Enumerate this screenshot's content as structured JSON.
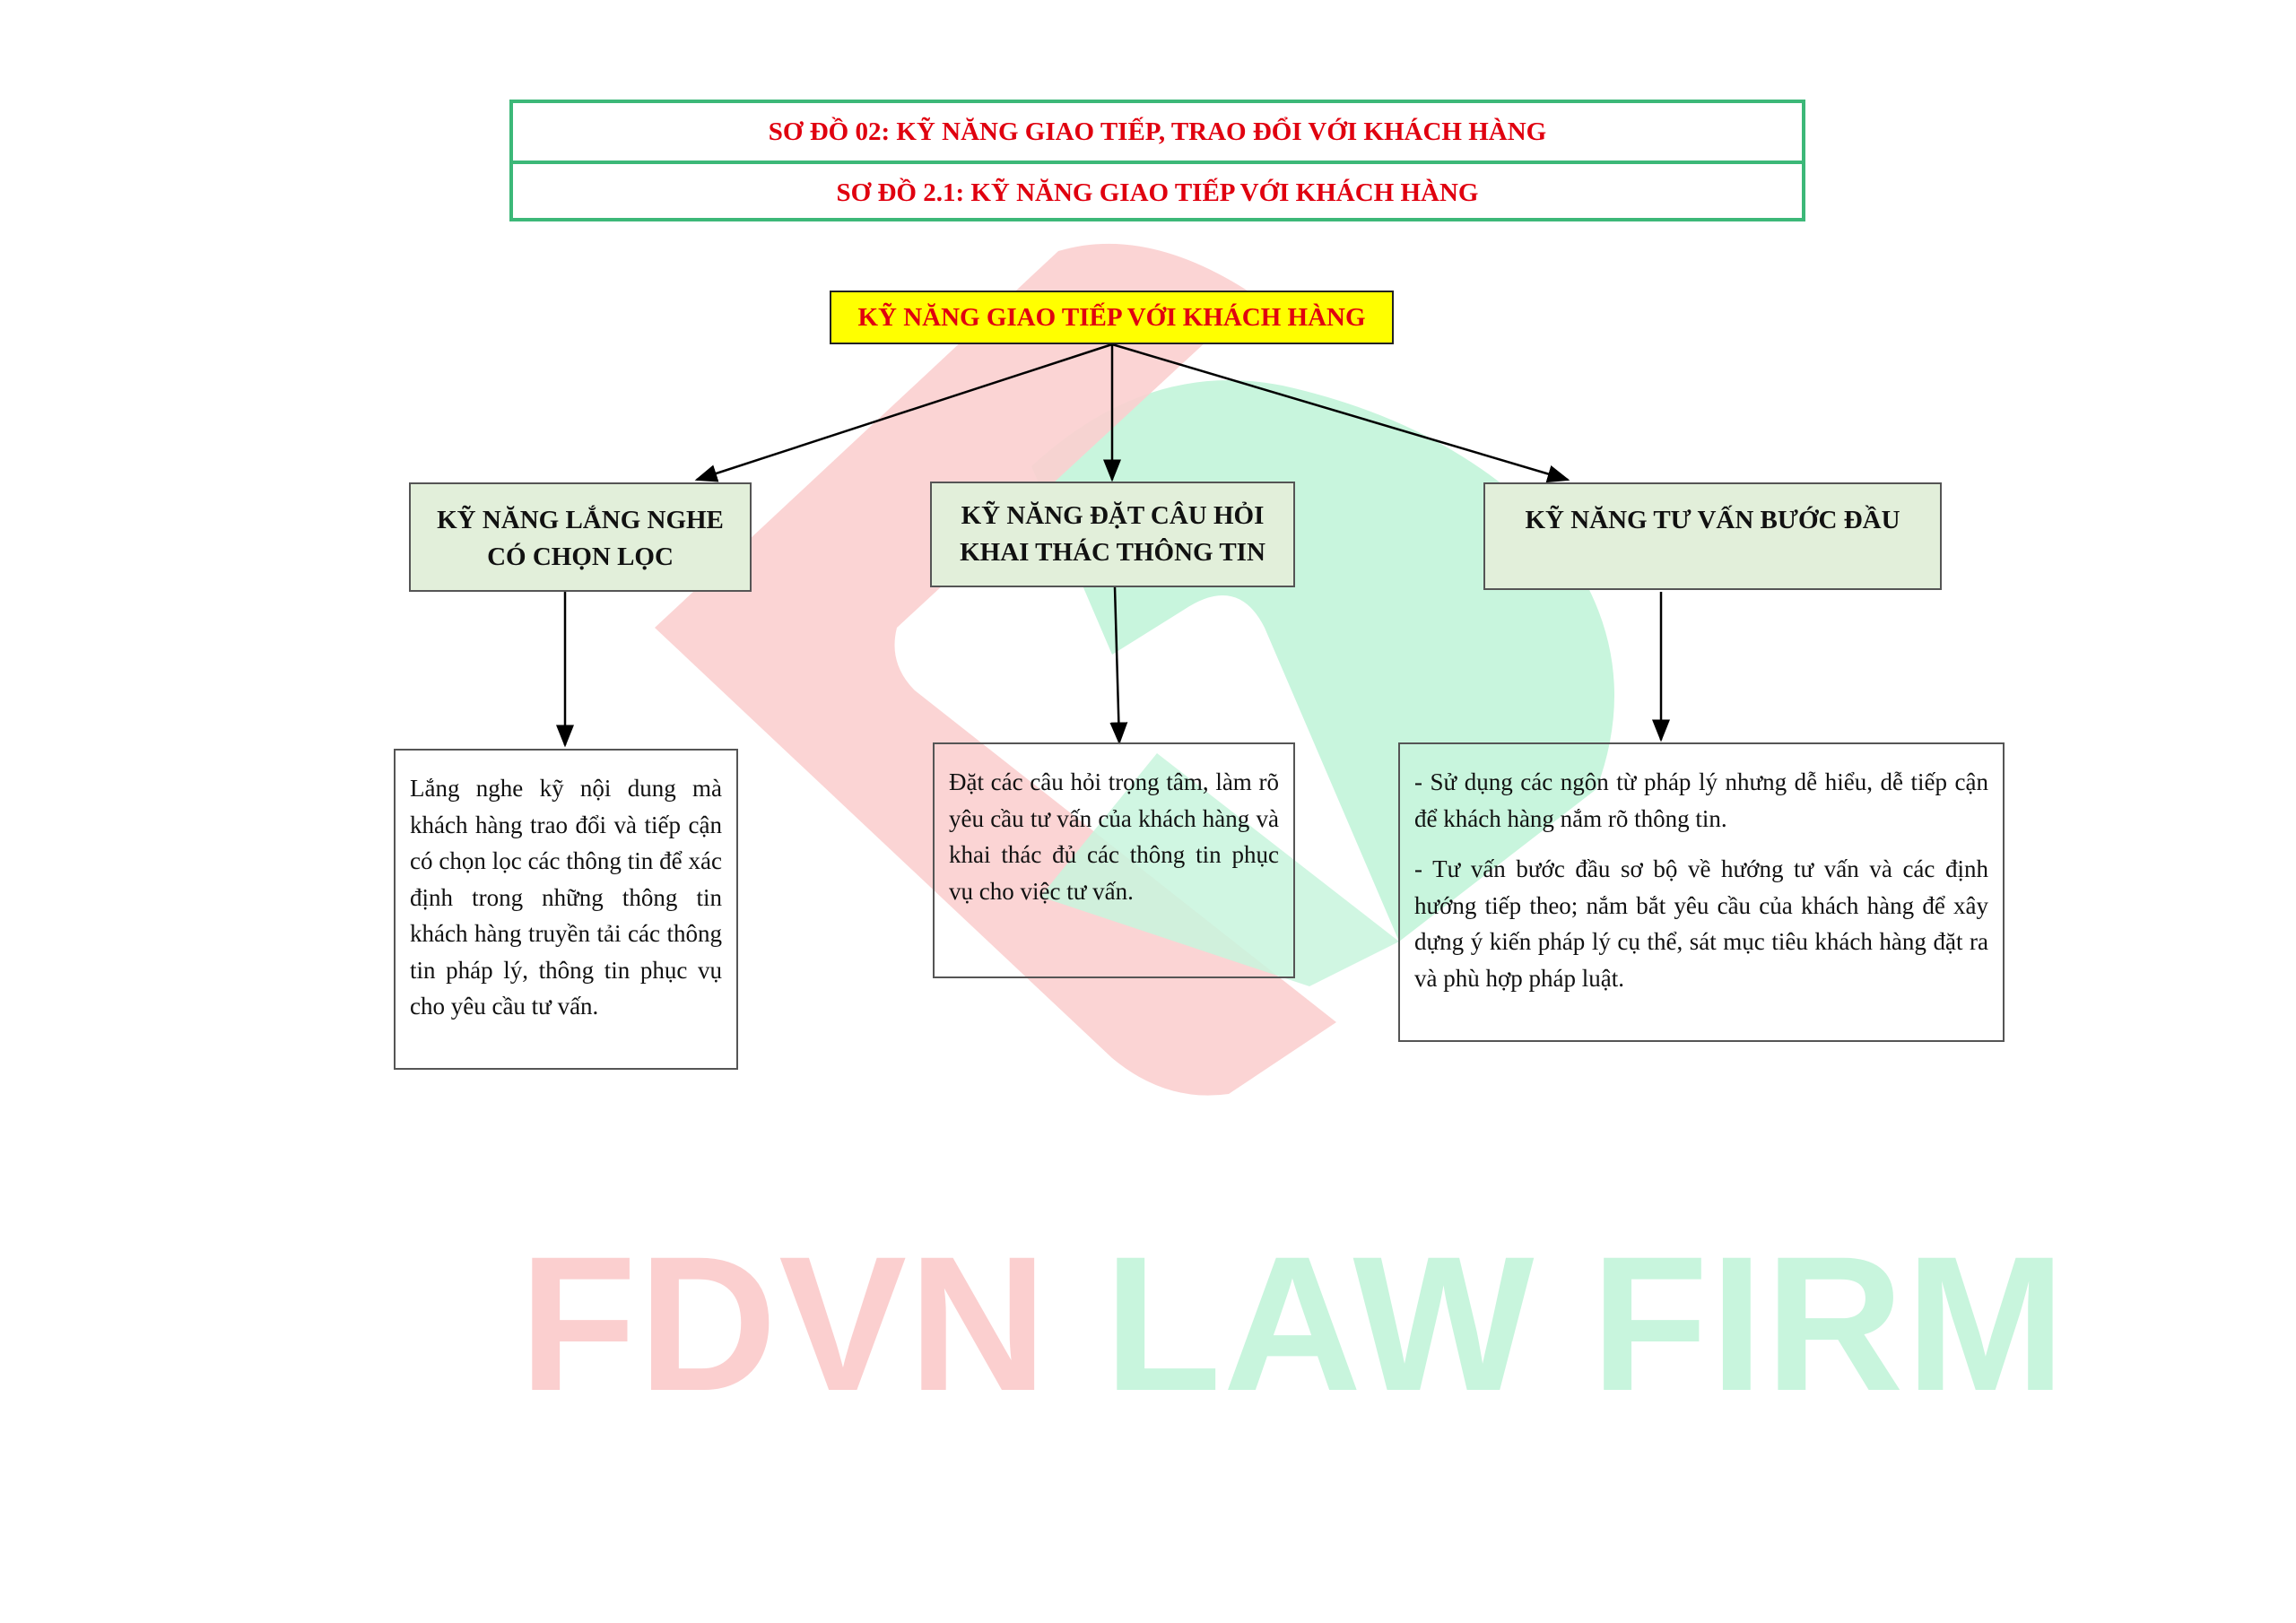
{
  "header": {
    "title": "SƠ ĐỒ 02: KỸ NĂNG GIAO TIẾP, TRAO ĐỔI VỚI KHÁCH HÀNG",
    "subtitle": "SƠ ĐỒ 2.1: KỸ NĂNG GIAO TIẾP VỚI KHÁCH HÀNG"
  },
  "root": "KỸ NĂNG GIAO TIẾP VỚI KHÁCH HÀNG",
  "branches": [
    {
      "title_line1": "KỸ NĂNG LẮNG NGHE",
      "title_line2": "CÓ CHỌN LỌC",
      "details": [
        "Lắng nghe kỹ nội dung mà khách hàng trao đổi và tiếp cận có chọn lọc các thông tin để xác định trong những thông tin khách hàng truyền tải các thông tin pháp lý, thông tin phục vụ cho yêu cầu tư vấn."
      ]
    },
    {
      "title_line1": "KỸ NĂNG ĐẶT CÂU HỎI",
      "title_line2": "KHAI THÁC THÔNG TIN",
      "details": [
        "Đặt các câu hỏi trọng tâm, làm rõ yêu cầu tư vấn của khách hàng và khai thác đủ các thông tin phục vụ cho việc tư vấn."
      ]
    },
    {
      "title_line1": "KỸ NĂNG TƯ VẤN BƯỚC ĐẦU",
      "title_line2": "",
      "details": [
        "- Sử dụng các ngôn từ pháp lý nhưng dễ hiểu, dễ tiếp cận để khách hàng nắm rõ thông tin.",
        "- Tư vấn bước đầu sơ bộ về hướng tư vấn và các định hướng tiếp theo; nắm bắt yêu cầu của khách hàng để xây dựng ý kiến pháp lý cụ thể, sát mục tiêu khách hàng đặt ra và phù hợp pháp luật."
      ]
    }
  ],
  "watermark": {
    "part1": "FDVN",
    "part2": "LAW FIRM",
    "red": "#fbcfcf",
    "green": "#c8f5dd"
  }
}
